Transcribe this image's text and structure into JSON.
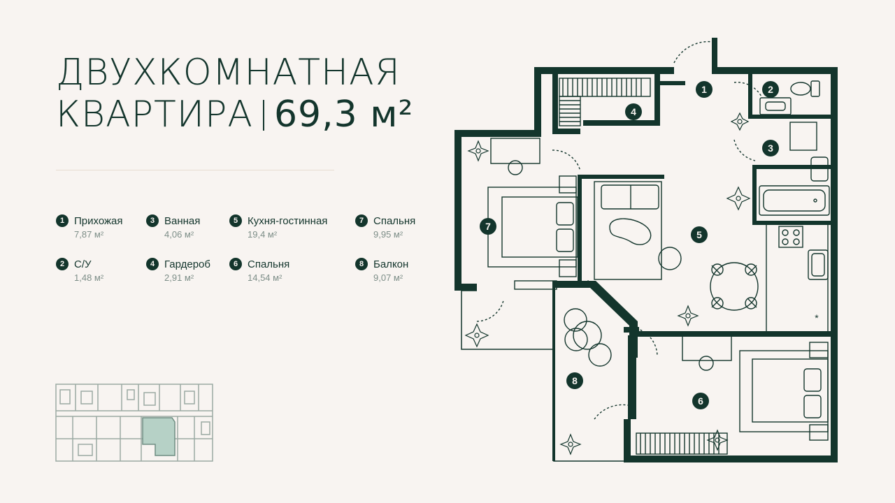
{
  "title": {
    "line1": "ДВУХКОМНАТНАЯ",
    "line2": "КВАРТИРА",
    "area": "69,3 м²"
  },
  "rooms": [
    {
      "num": "1",
      "name": "Прихожая",
      "area": "7,87 м²"
    },
    {
      "num": "2",
      "name": "С/У",
      "area": "1,48 м²"
    },
    {
      "num": "3",
      "name": "Ванная",
      "area": "4,06 м²"
    },
    {
      "num": "4",
      "name": "Гардероб",
      "area": "2,91 м²"
    },
    {
      "num": "5",
      "name": "Кухня-гостинная",
      "area": "19,4 м²"
    },
    {
      "num": "6",
      "name": "Спальня",
      "area": "14,54 м²"
    },
    {
      "num": "7",
      "name": "Спальня",
      "area": "9,95 м²"
    },
    {
      "num": "8",
      "name": "Балкон",
      "area": "9,07 м²"
    }
  ],
  "colors": {
    "wall": "#13352c",
    "background": "#f8f4f1",
    "highlight": "#b6d1c6",
    "muted": "#7d8e88"
  },
  "icons": [
    "plant-icon",
    "bed-icon",
    "sofa-icon",
    "bathtub-icon",
    "toilet-icon",
    "stove-icon",
    "dining-table-icon"
  ]
}
